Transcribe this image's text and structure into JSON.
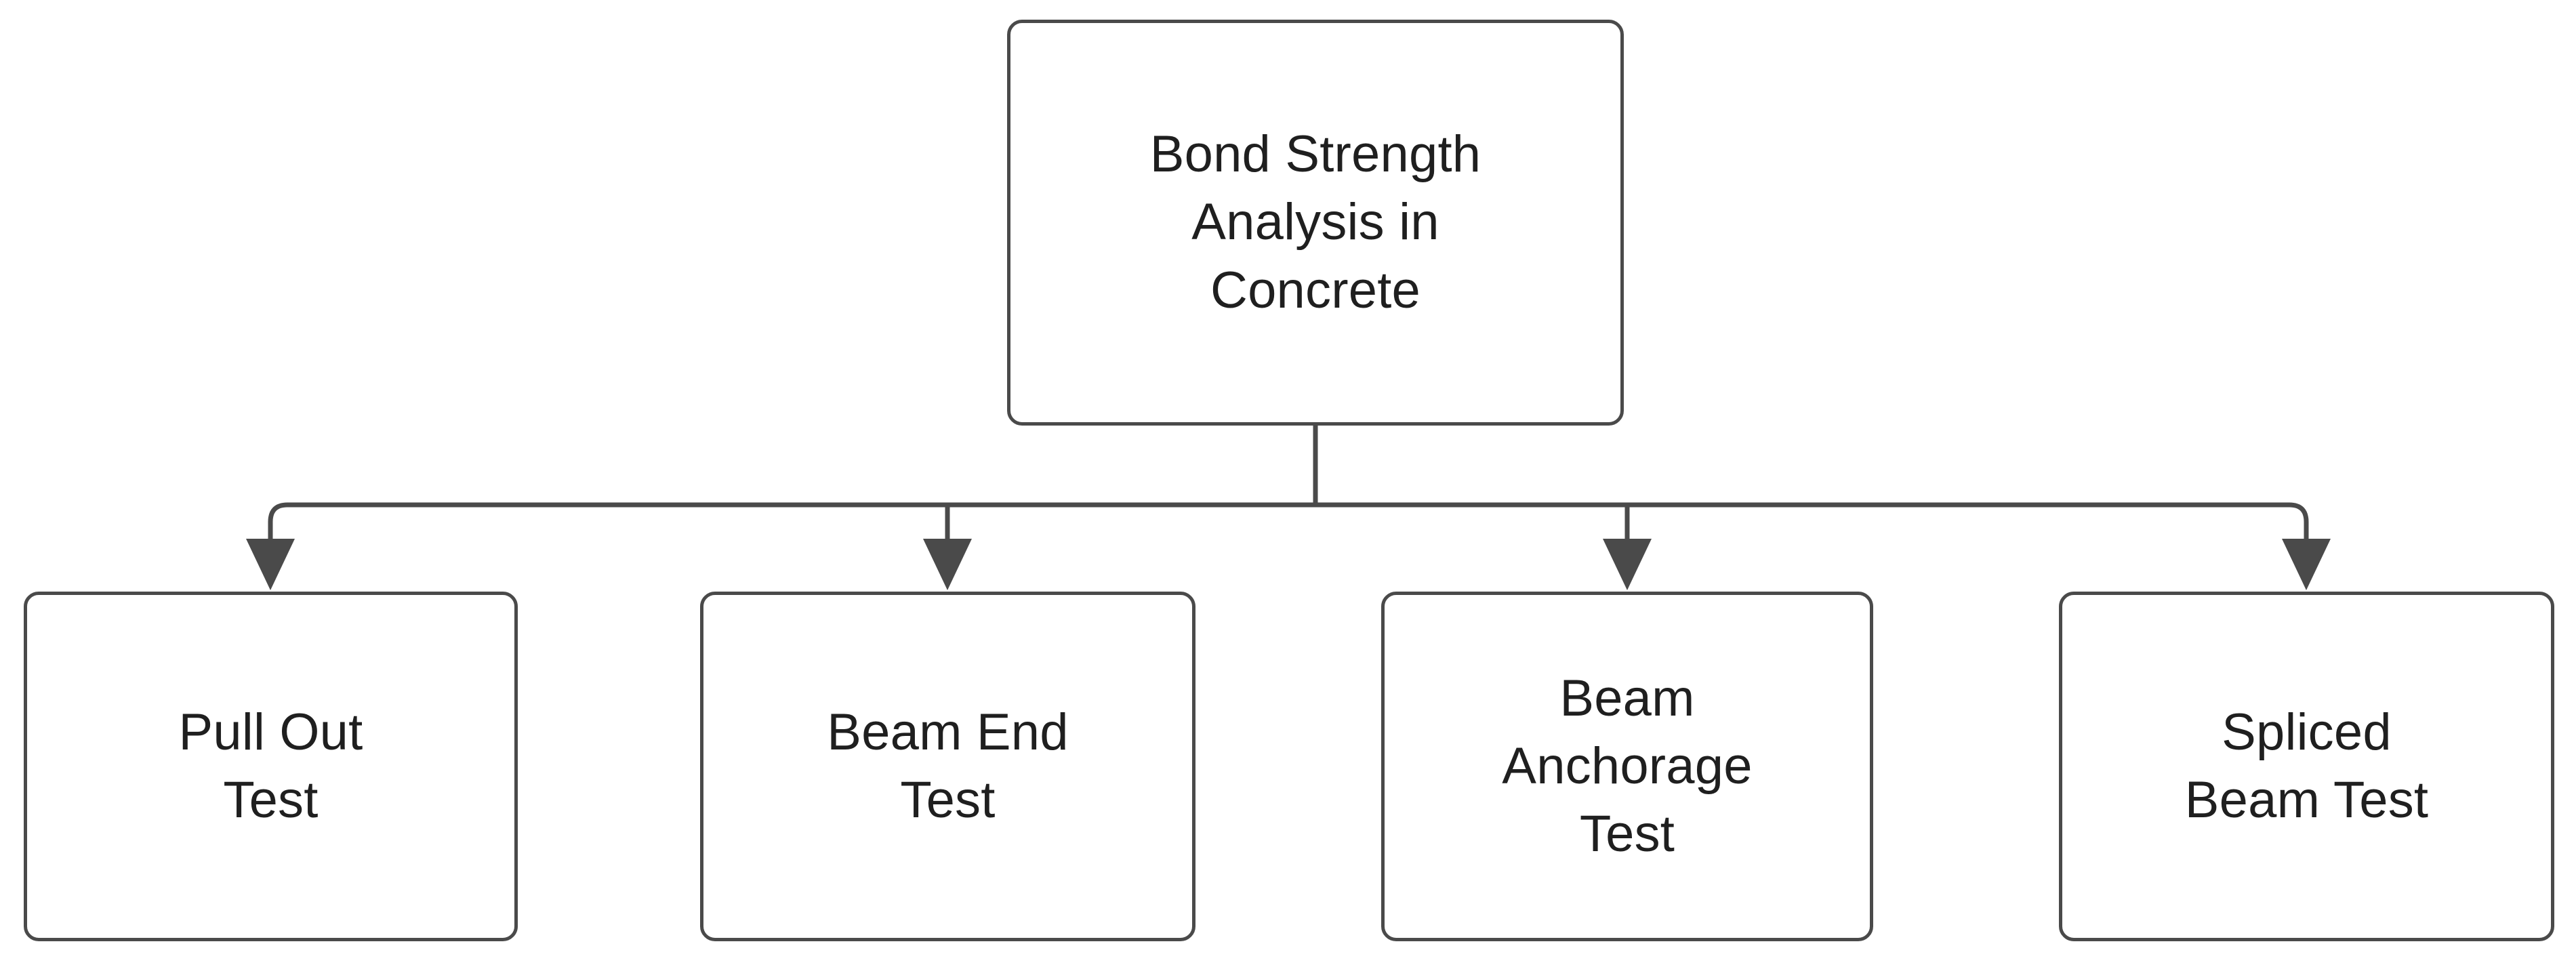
{
  "diagram": {
    "type": "flowchart",
    "orientation": "top-down",
    "title": "Bond Strength Analysis in Concrete",
    "style": {
      "node_fill": "#ffffff",
      "node_stroke": "#4a4a4a",
      "edge_stroke": "#4a4a4a",
      "text_color": "#1f1f1f",
      "background": "#ffffff"
    },
    "nodes": [
      {
        "id": "root",
        "label": "Bond Strength\nAnalysis in\nConcrete",
        "level": 0
      },
      {
        "id": "pullout",
        "label": "Pull Out\nTest",
        "level": 1
      },
      {
        "id": "beamend",
        "label": "Beam End\nTest",
        "level": 1
      },
      {
        "id": "beamanchorage",
        "label": "Beam\nAnchorage\nTest",
        "level": 1
      },
      {
        "id": "splicedbeam",
        "label": "Spliced\nBeam Test",
        "level": 1
      }
    ],
    "edges": [
      {
        "from": "root",
        "to": "pullout",
        "arrow": "arrowhead-down"
      },
      {
        "from": "root",
        "to": "beamend",
        "arrow": "arrowhead-down"
      },
      {
        "from": "root",
        "to": "beamanchorage",
        "arrow": "arrowhead-down"
      },
      {
        "from": "root",
        "to": "splicedbeam",
        "arrow": "arrowhead-down"
      }
    ]
  }
}
